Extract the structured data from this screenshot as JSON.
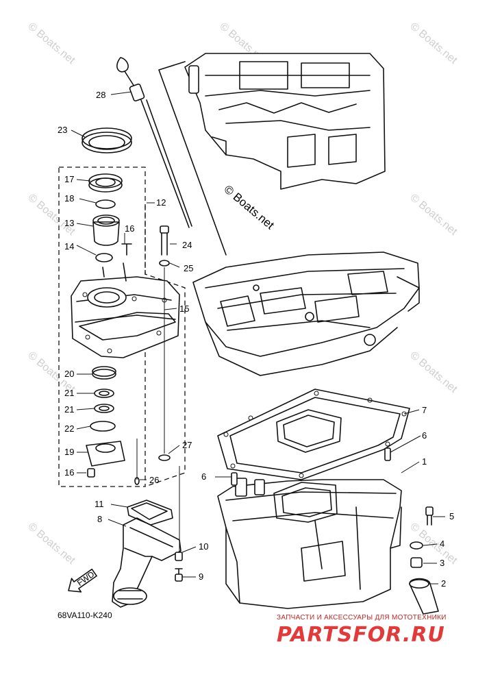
{
  "watermark": "© Boats.net",
  "diagram_code": "68VA110-K240",
  "fwd_label": "FWD",
  "brand": {
    "tagline": "ЗАПЧАСТИ И АКСЕССУАРЫ ДЛЯ МОТОТЕХНИКИ",
    "name": "PARTSFOR.RU",
    "color": "#e23a3a"
  },
  "callouts": [
    {
      "id": "28",
      "label": "28"
    },
    {
      "id": "23",
      "label": "23"
    },
    {
      "id": "17",
      "label": "17"
    },
    {
      "id": "18",
      "label": "18"
    },
    {
      "id": "12",
      "label": "12"
    },
    {
      "id": "13",
      "label": "13"
    },
    {
      "id": "16a",
      "label": "16"
    },
    {
      "id": "24",
      "label": "24"
    },
    {
      "id": "14",
      "label": "14"
    },
    {
      "id": "25",
      "label": "25"
    },
    {
      "id": "15",
      "label": "15"
    },
    {
      "id": "20",
      "label": "20"
    },
    {
      "id": "21a",
      "label": "21"
    },
    {
      "id": "21b",
      "label": "21"
    },
    {
      "id": "22",
      "label": "22"
    },
    {
      "id": "19",
      "label": "19"
    },
    {
      "id": "16b",
      "label": "16"
    },
    {
      "id": "26",
      "label": "26"
    },
    {
      "id": "27",
      "label": "27"
    },
    {
      "id": "7",
      "label": "7"
    },
    {
      "id": "6a",
      "label": "6"
    },
    {
      "id": "6b",
      "label": "6"
    },
    {
      "id": "1",
      "label": "1"
    },
    {
      "id": "5",
      "label": "5"
    },
    {
      "id": "4",
      "label": "4"
    },
    {
      "id": "3",
      "label": "3"
    },
    {
      "id": "2",
      "label": "2"
    },
    {
      "id": "11",
      "label": "11"
    },
    {
      "id": "8",
      "label": "8"
    },
    {
      "id": "10",
      "label": "10"
    },
    {
      "id": "9",
      "label": "9"
    }
  ]
}
